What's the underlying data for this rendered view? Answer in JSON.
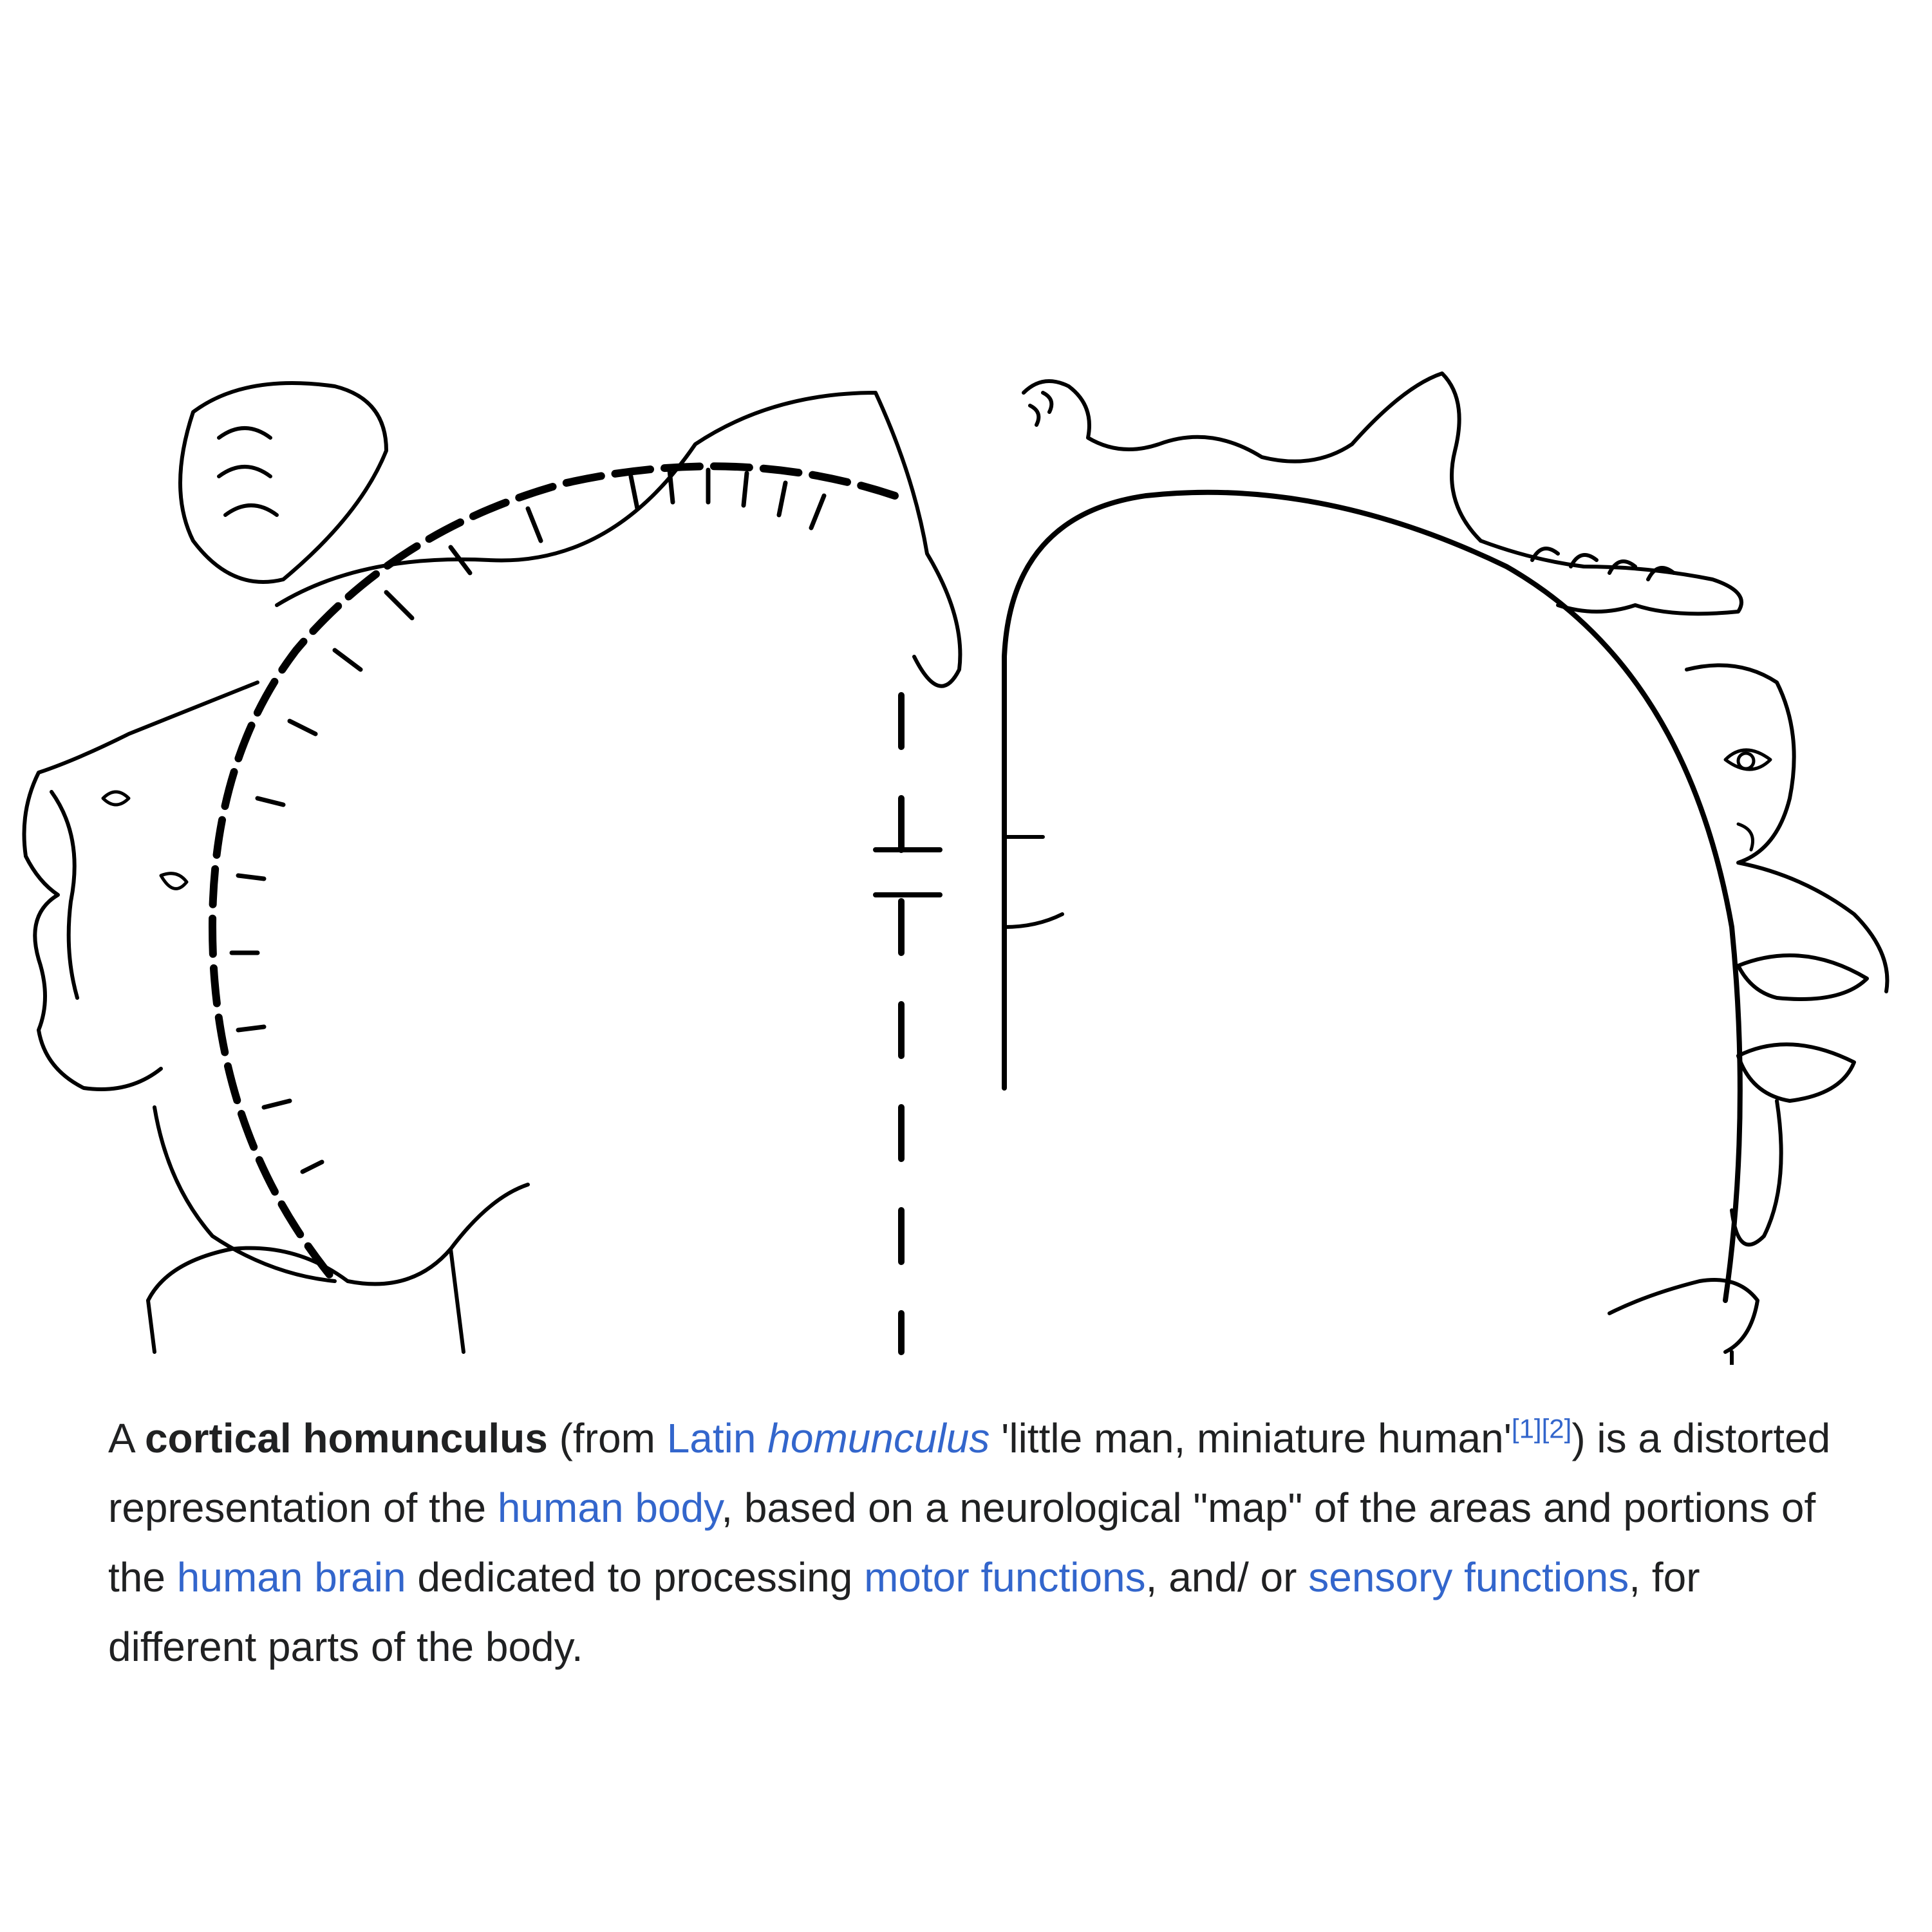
{
  "caption": {
    "article_start": "A ",
    "term": "cortical homunculus",
    "from_text": " (from ",
    "latin_link": "Latin",
    "latin_space": " ",
    "latin_word": "homunculus",
    "gloss": " 'little man, miniature human'",
    "ref1": "[1]",
    "ref2": "[2]",
    "after_refs": ") is a distorted representation of the ",
    "human_body_link": "human body",
    "after_body": ", based on a neurological \"map\" of the areas and portions of the ",
    "human_brain_link": "human brain",
    "after_brain": " dedicated to processing ",
    "motor_link": "motor functions",
    "after_motor": ", and/ or ",
    "sensory_link": "sensory functions",
    "ending": ", for different parts of the body."
  },
  "colors": {
    "link": "#3366cc",
    "text": "#202122",
    "ink": "#000000"
  },
  "figure": {
    "left_panel_icon": "motor-homunculus-illustration",
    "right_panel_icon": "sensory-homunculus-illustration"
  }
}
